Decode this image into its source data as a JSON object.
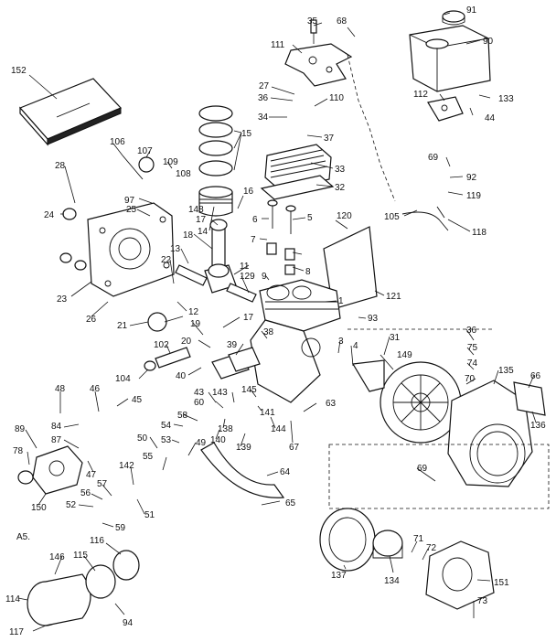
{
  "diagram": {
    "callouts": [
      "35",
      "68",
      "91",
      "111",
      "90",
      "152",
      "27",
      "36",
      "110",
      "34",
      "37",
      "112",
      "133",
      "44",
      "15",
      "106",
      "107",
      "109",
      "33",
      "28",
      "97",
      "108",
      "148",
      "32",
      "69",
      "92",
      "119",
      "24",
      "25",
      "17",
      "14",
      "16",
      "6",
      "5",
      "120",
      "105",
      "118",
      "18",
      "7",
      "13",
      "11",
      "22",
      "8",
      "9",
      "129",
      "1",
      "121",
      "23",
      "26",
      "12",
      "21",
      "19",
      "17",
      "38",
      "93",
      "102",
      "20",
      "39",
      "3",
      "31",
      "36",
      "75",
      "74",
      "70",
      "135",
      "66",
      "104",
      "40",
      "149",
      "4",
      "48",
      "46",
      "45",
      "43",
      "60",
      "143",
      "145",
      "141",
      "63",
      "58",
      "54",
      "53",
      "50",
      "138",
      "140",
      "139",
      "144",
      "67",
      "136",
      "89",
      "84",
      "87",
      "78",
      "47",
      "142",
      "55",
      "49",
      "64",
      "69",
      "57",
      "56",
      "52",
      "150",
      "51",
      "59",
      "A5.",
      "65",
      "146",
      "115",
      "116",
      "137",
      "71",
      "72",
      "134",
      "151",
      "114",
      "73",
      "94",
      "117"
    ]
  }
}
